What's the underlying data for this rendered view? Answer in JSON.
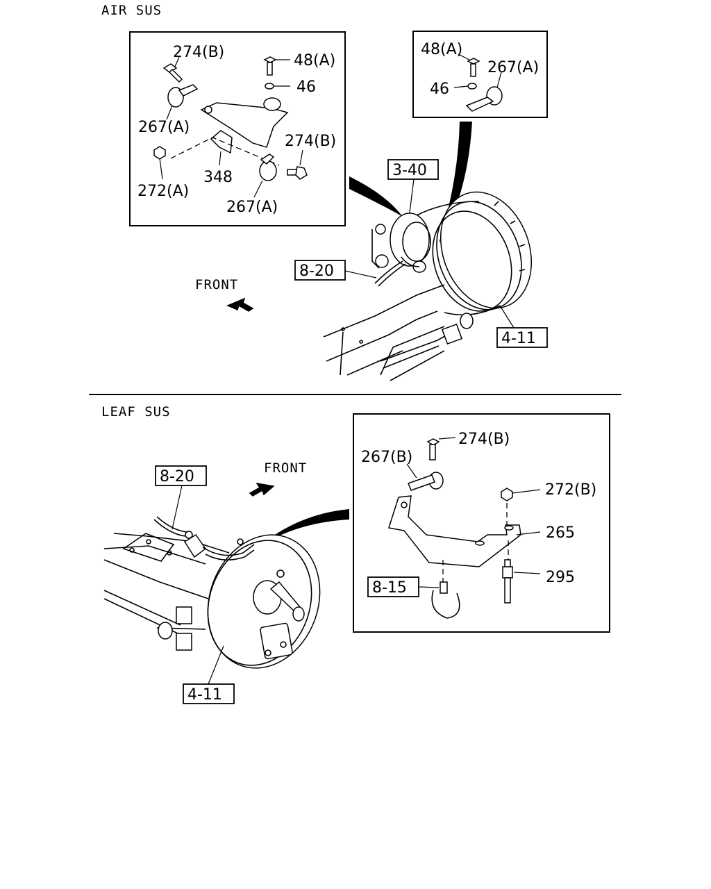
{
  "sections": {
    "air": {
      "title": "AIR SUS",
      "front": "FRONT",
      "detail_left": {
        "labels": [
          "274(B)",
          "48(A)",
          "46",
          "267(A)",
          "274(B)",
          "348",
          "272(A)",
          "267(A)"
        ]
      },
      "detail_right": {
        "labels": [
          "48(A)",
          "267(A)",
          "46"
        ]
      },
      "refs": [
        "3-40",
        "8-20",
        "4-11"
      ]
    },
    "leaf": {
      "title": "LEAF SUS",
      "front": "FRONT",
      "detail": {
        "labels": [
          "274(B)",
          "267(B)",
          "272(B)",
          "265",
          "295"
        ]
      },
      "refs": [
        "8-20",
        "8-15",
        "4-11"
      ]
    }
  }
}
